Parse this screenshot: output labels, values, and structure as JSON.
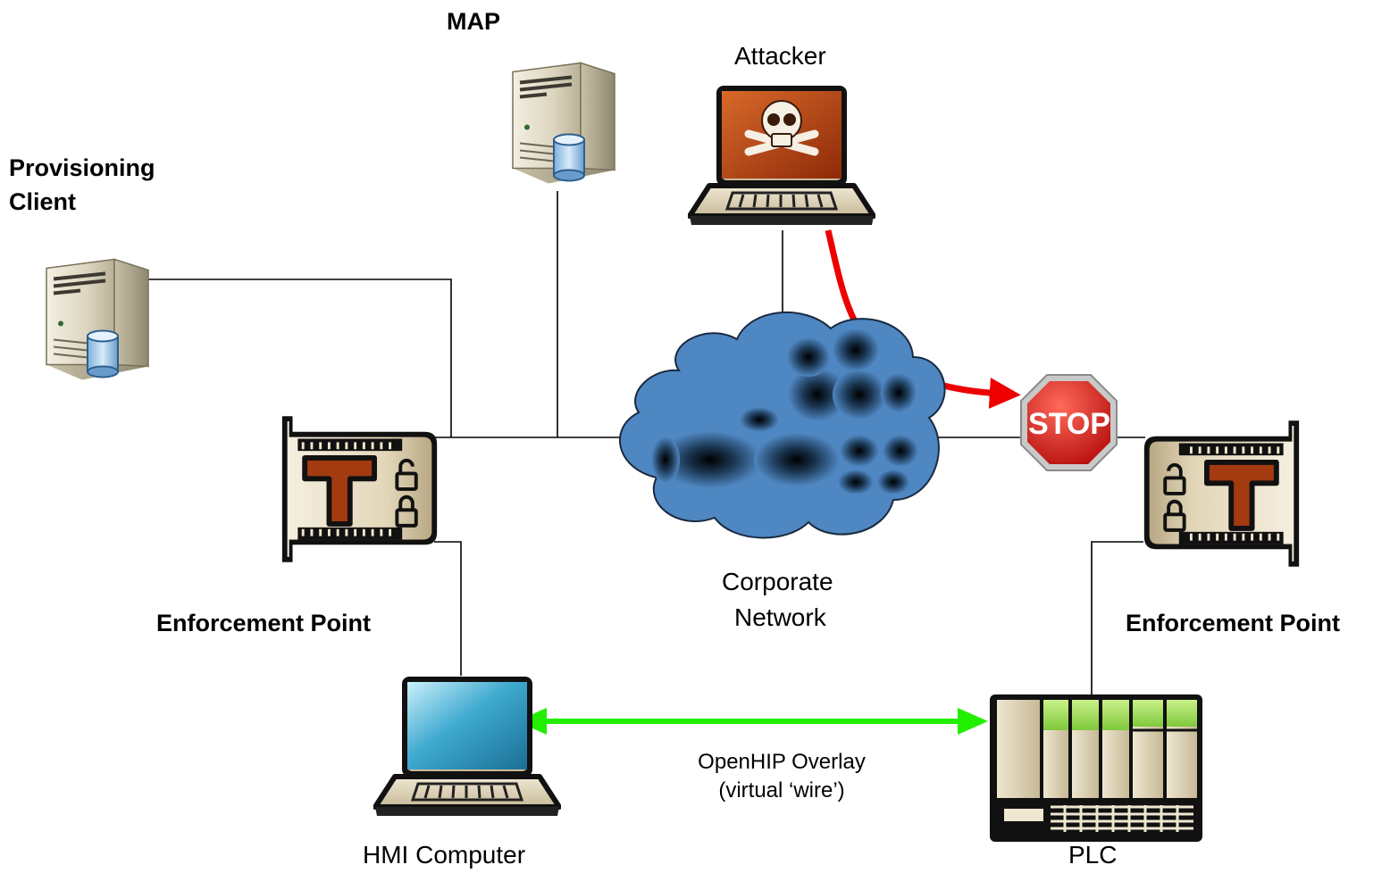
{
  "labels": {
    "map": "MAP",
    "attacker": "Attacker",
    "provisioning_line1": "Provisioning",
    "provisioning_line2": "Client",
    "ep_left": "Enforcement Point",
    "ep_right": "Enforcement Point",
    "corporate_line1": "Corporate",
    "corporate_line2": "Network",
    "overlay_line1": "OpenHIP Overlay",
    "overlay_line2": "(virtual ‘wire’)",
    "hmi": "HMI Computer",
    "plc": "PLC",
    "stop_sign": "STOP"
  },
  "icons": {
    "map": "server-icon",
    "provisioning": "server-icon",
    "attacker": "laptop-skull-icon",
    "hmi": "laptop-icon",
    "plc": "plc-rack-icon",
    "enforcement": "enforcement-device-icon",
    "network": "cloud-icon",
    "blocked": "stop-sign-icon"
  },
  "colors": {
    "attack_path": "#ee0000",
    "overlay_link": "#22ee00",
    "cloud": "#4f87c2",
    "stop": "#cc1111",
    "device_accent": "#a33a10"
  }
}
